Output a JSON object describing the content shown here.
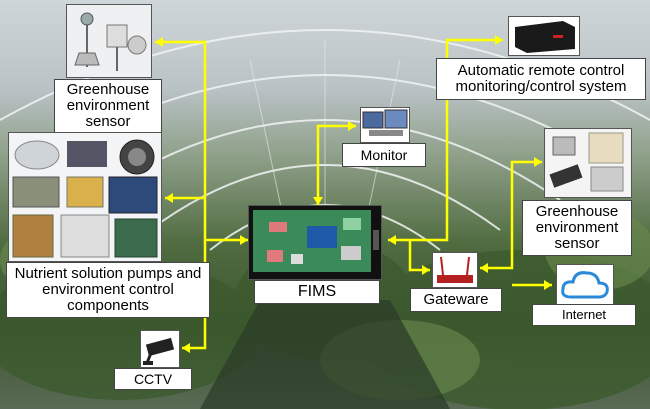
{
  "nodes": {
    "greenhouse_sensor_left": {
      "label": "Greenhouse environment sensor"
    },
    "nutrient_pumps": {
      "label": "Nutrient solution pumps and environment control components"
    },
    "cctv": {
      "label": "CCTV"
    },
    "fims": {
      "label": "FIMS"
    },
    "monitor": {
      "label": "Monitor"
    },
    "remote_control": {
      "label": "Automatic remote control monitoring/control system"
    },
    "greenhouse_sensor_right": {
      "label": "Greenhouse environment sensor"
    },
    "gateway": {
      "label": "Gateware"
    },
    "internet": {
      "label": "Internet"
    }
  },
  "colors": {
    "connector": "#ffff00",
    "label_bg": "#ffffff",
    "text": "#000000"
  },
  "icons": [
    "weather-station-icon",
    "server-pc-icon",
    "monitor-icon",
    "sensor-icon",
    "pump-icon",
    "circuit-board-icon",
    "router-icon",
    "cloud-icon",
    "cctv-camera-icon"
  ]
}
